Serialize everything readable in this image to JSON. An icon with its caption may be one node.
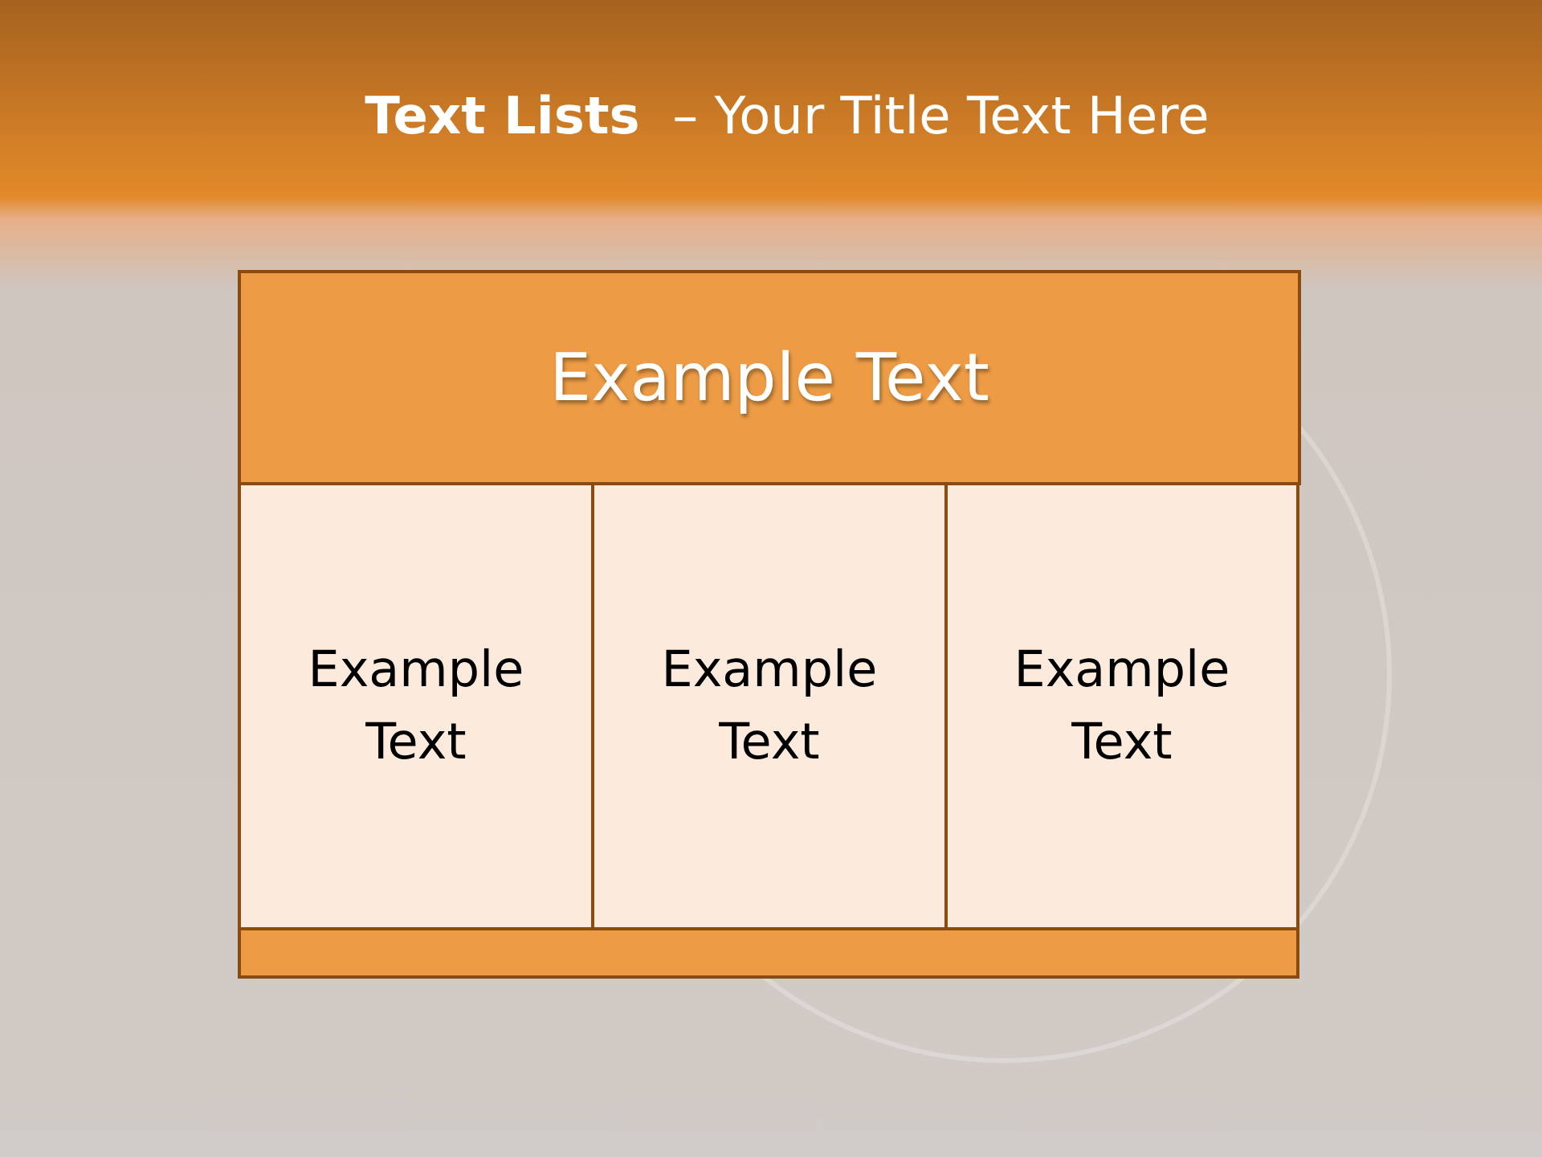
{
  "diagram": {
    "title": "**Text Lists**  – Your Title Text Here",
    "nodes": [
      {
        "text": [
          "Example Text"
        ]
      },
      {
        "text": [
          "Example Text"
        ]
      },
      {
        "text": [
          "Example Text"
        ]
      },
      {
        "text": [
          "Example Text"
        ]
      },
      {
        "text": [],
        "shape": "bar"
      }
    ]
  }
}
